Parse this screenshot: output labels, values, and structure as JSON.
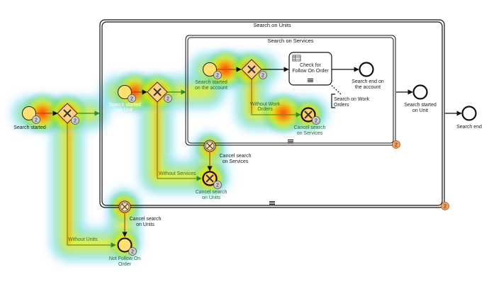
{
  "subprocess_outer": {
    "title": "Search on Units",
    "badge": "2"
  },
  "subprocess_inner": {
    "title": "Search on Services",
    "badge": "2"
  },
  "events": {
    "search_started": {
      "label": "Search started",
      "badge": "2"
    },
    "search_started_on_unit": {
      "label_1": "Search started",
      "label_2": "on Unit",
      "badge": "2"
    },
    "search_started_on_account": {
      "label_1": "Search started",
      "label_2": "on the account",
      "badge": "2"
    },
    "search_end_on_account": {
      "label_1": "Search end on",
      "label_2": "the account"
    },
    "search_started_on_unit_end": {
      "label_1": "Search started",
      "label_2": "on Unit"
    },
    "search_end": {
      "label": "Search end"
    },
    "cancel_search_on_work_orders": {
      "label_1": "Cancel search",
      "label_2": "on Services",
      "badge": "2"
    },
    "cancel_search_on_services_boundary": {
      "label_1": "Cancel search",
      "label_2": "on Services"
    },
    "cancel_search_on_units_end": {
      "label_1": "Cancel search",
      "label_2": "on Units",
      "badge": "2"
    },
    "cancel_search_on_units_boundary": {
      "label_1": "Cancel search",
      "label_2": "on Units"
    },
    "not_follow_on_order": {
      "label_1": "Not Follow On",
      "label_2": "Order",
      "badge": "2"
    }
  },
  "gateways": {
    "gw1": {
      "badge": "2"
    },
    "gw2": {
      "badge": "2"
    },
    "gw3": {
      "badge": "2"
    }
  },
  "task": {
    "label_1": "Check for",
    "label_2": "Follow On Order"
  },
  "annotation": {
    "label_1": "Search on Work",
    "label_2": "Orders"
  },
  "flows": {
    "without_work_orders": {
      "label_1": "Without Work",
      "label_2": "Orders"
    },
    "without_services": {
      "label": "Without Services"
    },
    "without_units": {
      "label": "Without Units"
    }
  }
}
